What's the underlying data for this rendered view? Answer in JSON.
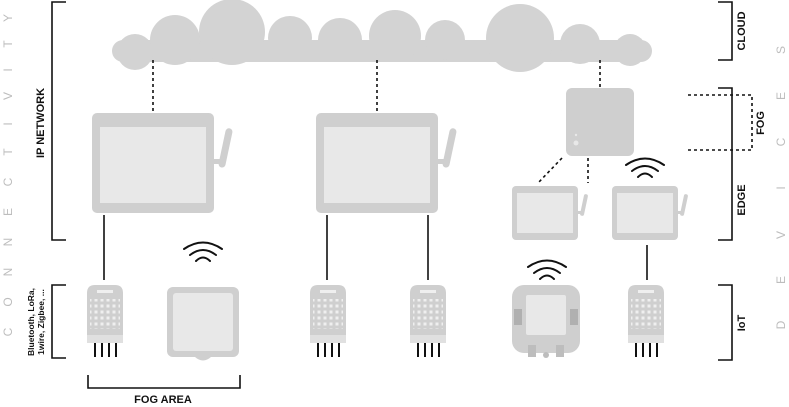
{
  "labels": {
    "ip_network": "IP NETWORK",
    "cloud": "CLOUD",
    "fog": "FOG",
    "edge": "EDGE",
    "iot": "IoT",
    "fog_area": "FOG AREA",
    "protocols_line1": "Bluetooth, LoRa,",
    "protocols_line2": "1wire, Zigbee, ..."
  },
  "side_words": {
    "connectivity": [
      "C",
      "O",
      "N",
      "N",
      "E",
      "C",
      "T",
      "I",
      "V",
      "I",
      "T",
      "Y"
    ],
    "devices": [
      "D",
      "E",
      "V",
      "I",
      "C",
      "E",
      "S"
    ]
  },
  "colors": {
    "device_fill": "#cfcfcf",
    "screen_fill": "#e8e8e8",
    "cloud_fill": "#d3d3d3",
    "line": "#111111",
    "ghost_text": "#bdbdbd"
  }
}
